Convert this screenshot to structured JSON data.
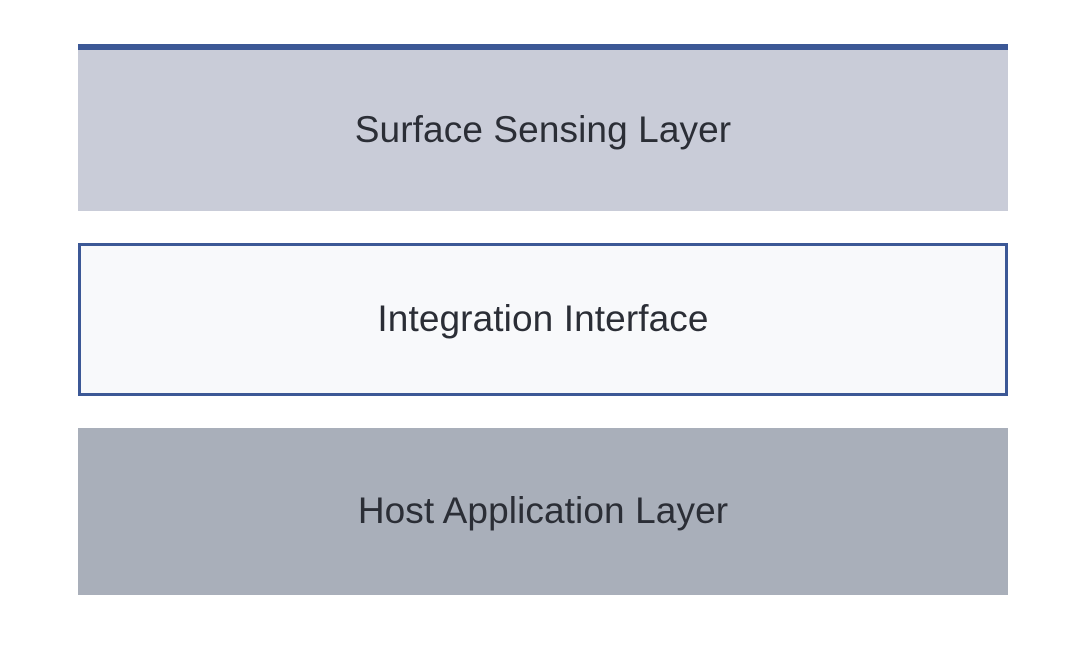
{
  "diagram": {
    "type": "layered-stack",
    "background_color": "#ffffff",
    "accent_color": "#3c5896",
    "text_color": "#2b2e36",
    "layers": [
      {
        "id": "surface-sensing",
        "label": "Surface Sensing Layer",
        "fill_color": "#c9ccd8",
        "top_border_color": "#3c5896",
        "position": "top"
      },
      {
        "id": "integration-interface",
        "label": "Integration Interface",
        "fill_color": "#f8f9fb",
        "border_color": "#3c5896",
        "position": "middle"
      },
      {
        "id": "host-application",
        "label": "Host Application Layer",
        "fill_color": "#a9afba",
        "position": "bottom"
      }
    ]
  }
}
